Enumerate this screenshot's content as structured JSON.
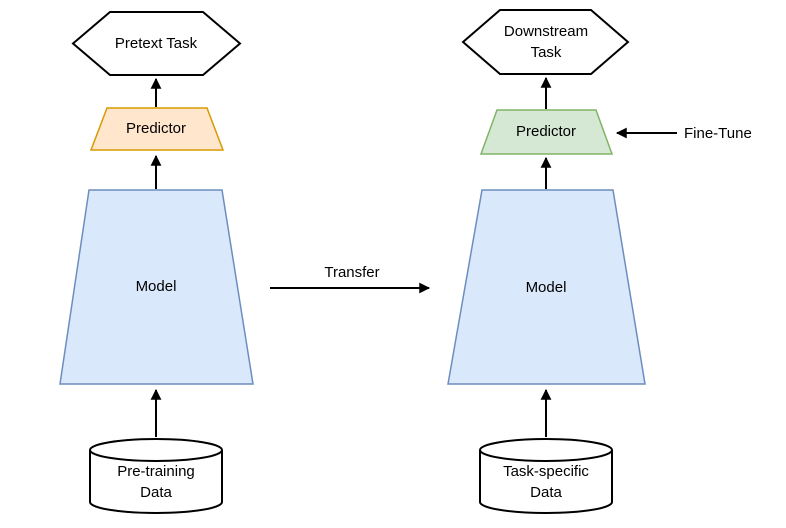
{
  "colors": {
    "model_fill": "#dae8fc",
    "model_stroke": "#6c8ebf",
    "pretext_predictor_fill": "#ffe6cc",
    "pretext_predictor_stroke": "#d79b00",
    "downstream_predictor_fill": "#d5e8d4",
    "downstream_predictor_stroke": "#82b366",
    "neutral_fill": "#ffffff",
    "neutral_stroke": "#000000",
    "arrow_color": "#000000"
  },
  "pretraining_pipeline": {
    "task": "Pretext Task",
    "predictor": "Predictor",
    "model": "Model",
    "data": "Pre-training\nData"
  },
  "finetuning_pipeline": {
    "task": "Downstream\nTask",
    "predictor": "Predictor",
    "model": "Model",
    "data": "Task-specific\nData"
  },
  "edges": {
    "transfer": "Transfer",
    "fine_tune": "Fine-Tune"
  }
}
